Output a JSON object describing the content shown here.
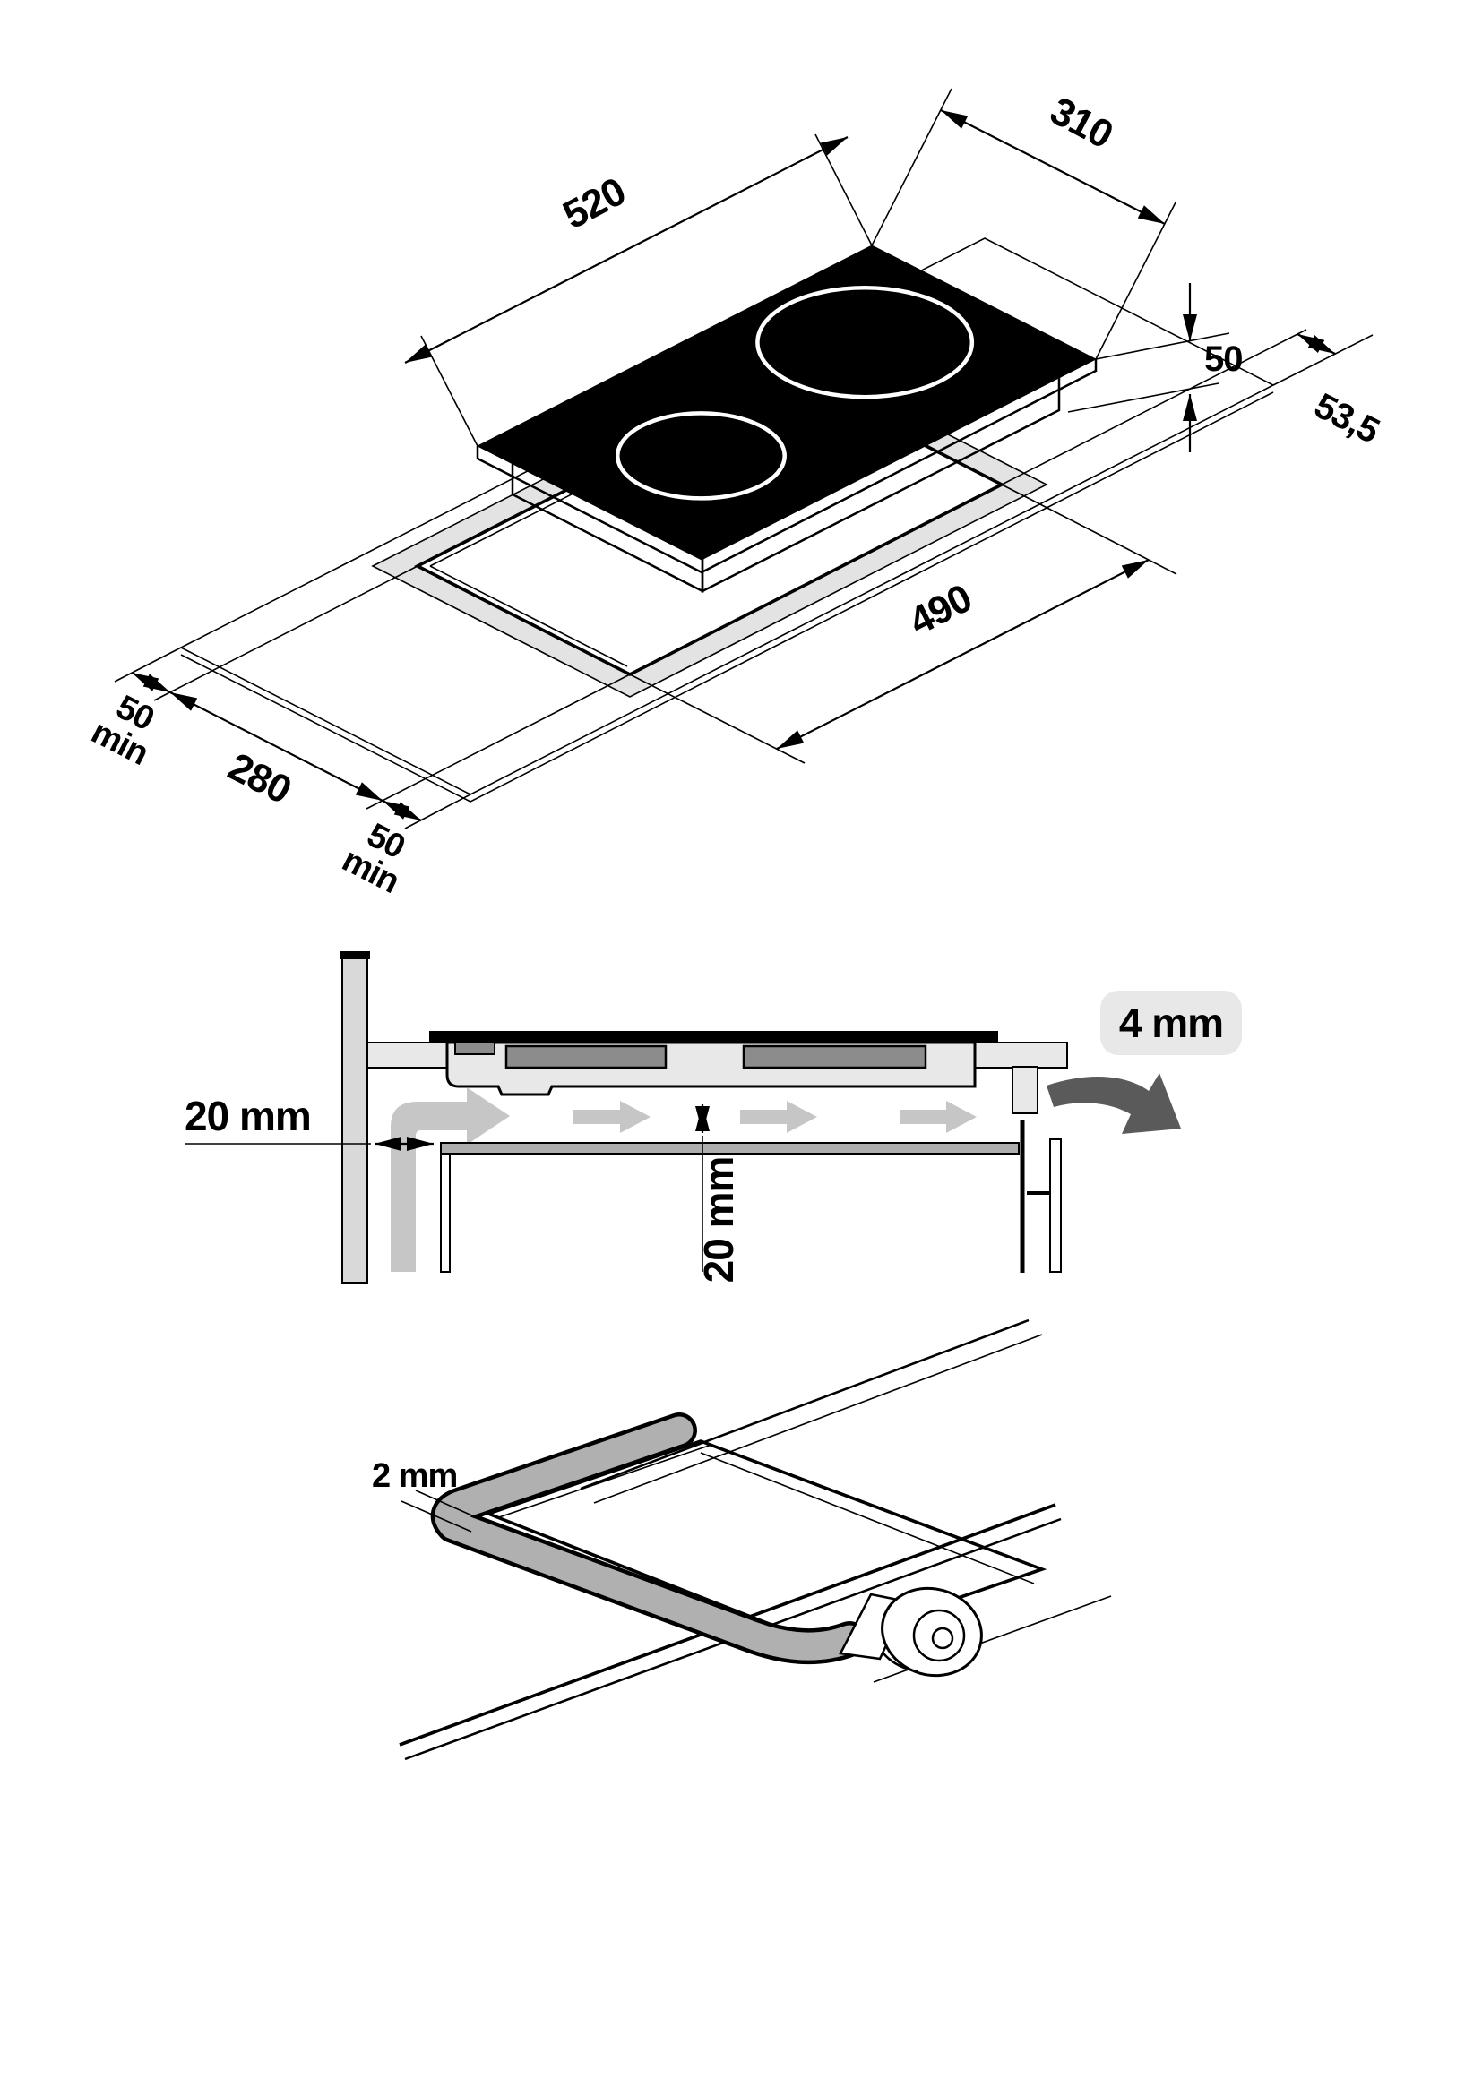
{
  "document": {
    "type": "hob-installation-diagram",
    "background": "#ffffff"
  },
  "figures": {
    "isometric": {
      "description": "domino hob above worktop cutout",
      "labels": {
        "hob_length": "520",
        "hob_width": "310",
        "hob_height": "50",
        "rear_clearance": "53,5",
        "cutout_length": "490",
        "cutout_width": "280",
        "side_margin_left": {
          "value": "50",
          "suffix": "min"
        },
        "side_margin_right": {
          "value": "50",
          "suffix": "min"
        }
      }
    },
    "cross_section": {
      "description": "ventilation clearances under hob",
      "labels": {
        "wall_clearance": "20 mm",
        "vent_clearance": "20 mm",
        "front_gap": "4 mm"
      }
    },
    "seal": {
      "description": "sealing tape around cutout",
      "labels": {
        "seal_overhang": "2 mm"
      }
    }
  },
  "colors": {
    "line": "#000000",
    "glass": "#000000",
    "clearance_band": "#e3e3e3",
    "housing": "#e8e8e8",
    "coil": "#8c8c8c",
    "wall": "#d9d9d9",
    "airflow": "#c6c6c6",
    "shelf": "#aeaeae",
    "badge_bg": "#e8e8e8",
    "arrow_dark": "#5a5a5a",
    "tape": "#b0b0b0"
  }
}
